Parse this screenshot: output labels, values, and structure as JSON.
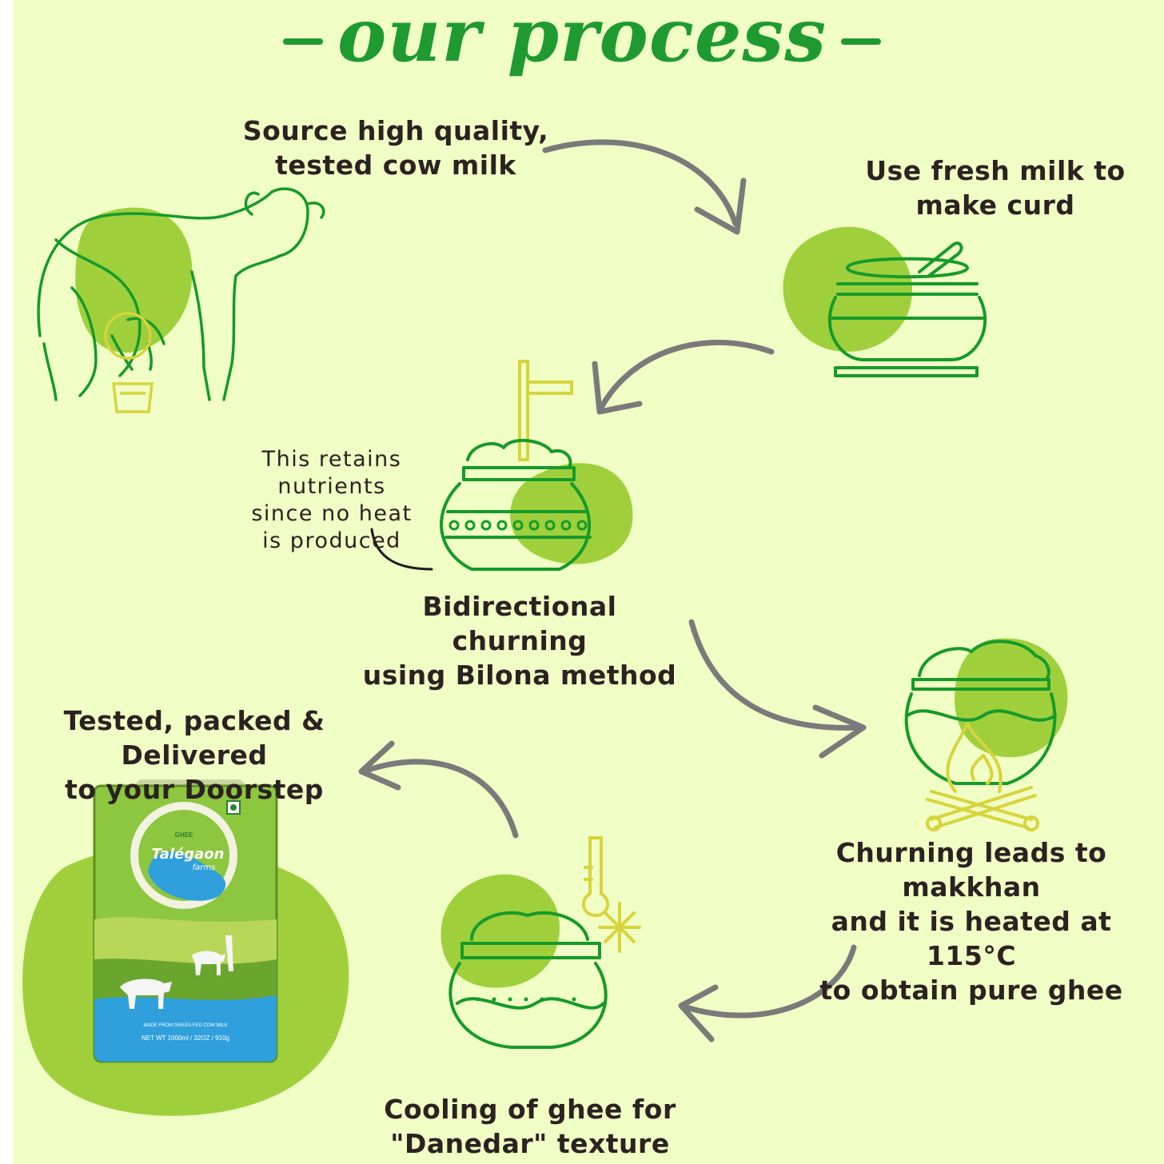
{
  "title": "our process",
  "steps": {
    "source": "Source high quality,\ntested cow milk",
    "curd": "Use fresh milk to\nmake curd",
    "churning": "Bidirectional churning\nusing Bilona method",
    "heating": "Churning leads to makkhan\nand it is heated at 115°C\nto obtain pure ghee",
    "cooling": "Cooling of ghee for\n\"Danedar\" texture",
    "delivery": "Tested, packed & Delivered\nto your Doorstep"
  },
  "note": "This retains nutrients\nsince no heat\nis produced",
  "product": {
    "badge": "GHEE",
    "brand": "Talégaon",
    "sub": "farms",
    "tagline": "MADE FROM GRASS-FED COW MILK",
    "net_weight": "NET WT 1000ml / 32OZ / 910g"
  },
  "icons": [
    "cow-milking-icon",
    "curd-pot-icon",
    "bilona-churn-pot-icon",
    "heating-pot-fire-icon",
    "cooling-pot-thermometer-icon",
    "ghee-tin-image"
  ],
  "colors": {
    "background": "#f0fdc4",
    "title_green": "#1f9a31",
    "line_green": "#169a2a",
    "blob_green": "#9fd03c",
    "arrow_grey": "#7a7a7a",
    "accent_yellow": "#d6d43c"
  }
}
